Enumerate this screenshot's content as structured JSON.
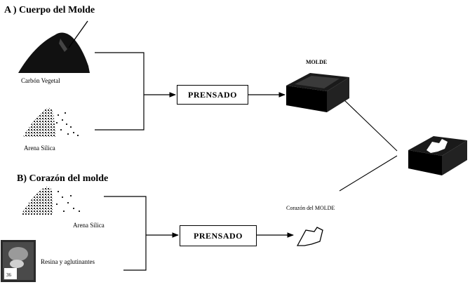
{
  "section_a": {
    "title": "A ) Cuerpo del Molde",
    "input1_label": "Carbón Vegetal",
    "input2_label": "Arena Sílica",
    "process_label": "PRENSADO",
    "output_label": "MOLDE"
  },
  "section_b": {
    "title": "B) Corazón del molde",
    "input1_label": "Arena Sílica",
    "input2_label": "Resina y aglutinantes",
    "process_label": "PRENSADO",
    "output_label": "Corazón del MOLDE"
  },
  "photo_caption": "36"
}
